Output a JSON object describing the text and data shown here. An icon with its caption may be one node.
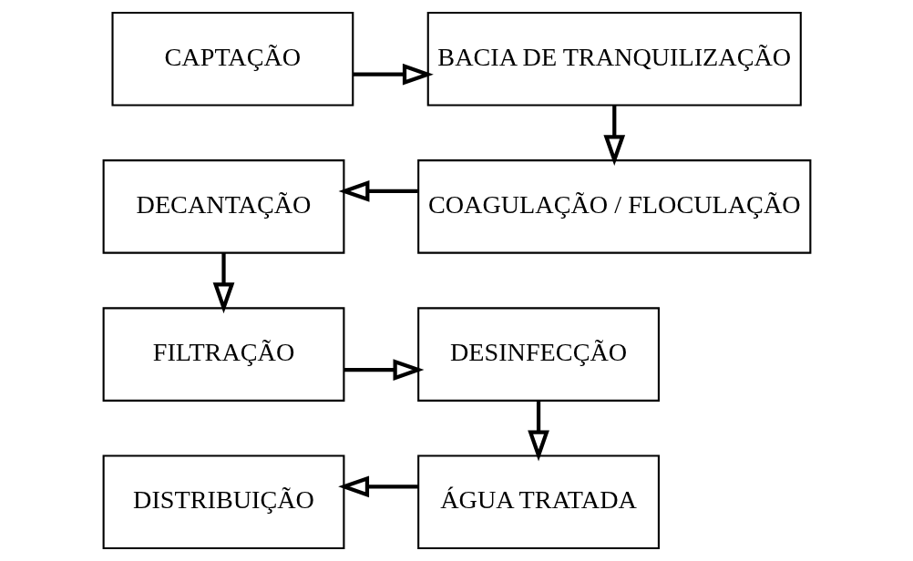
{
  "diagram": {
    "nodes": [
      {
        "text": [
          "CAPTAÇÃO"
        ]
      },
      {
        "text": [
          "BACIA DE TRANQUILIZAÇÃO"
        ]
      },
      {
        "text": [
          "COAGULAÇÃO / FLOCULAÇÃO"
        ]
      },
      {
        "text": [
          "DECANTAÇÃO"
        ]
      },
      {
        "text": [
          "FILTRAÇÃO"
        ]
      },
      {
        "text": [
          "DESINFECÇÃO"
        ]
      },
      {
        "text": [
          "ÁGUA TRATADA"
        ]
      },
      {
        "text": [
          "DISTRIBUIÇÃO"
        ]
      }
    ],
    "edges": [
      {
        "from": 0,
        "to": 1,
        "arrow": "to"
      },
      {
        "from": 1,
        "to": 2,
        "arrow": "to"
      },
      {
        "from": 2,
        "to": 3,
        "arrow": "to"
      },
      {
        "from": 3,
        "to": 4,
        "arrow": "to"
      },
      {
        "from": 4,
        "to": 5,
        "arrow": "to"
      },
      {
        "from": 5,
        "to": 6,
        "arrow": "to"
      },
      {
        "from": 6,
        "to": 7,
        "arrow": "to"
      }
    ]
  }
}
